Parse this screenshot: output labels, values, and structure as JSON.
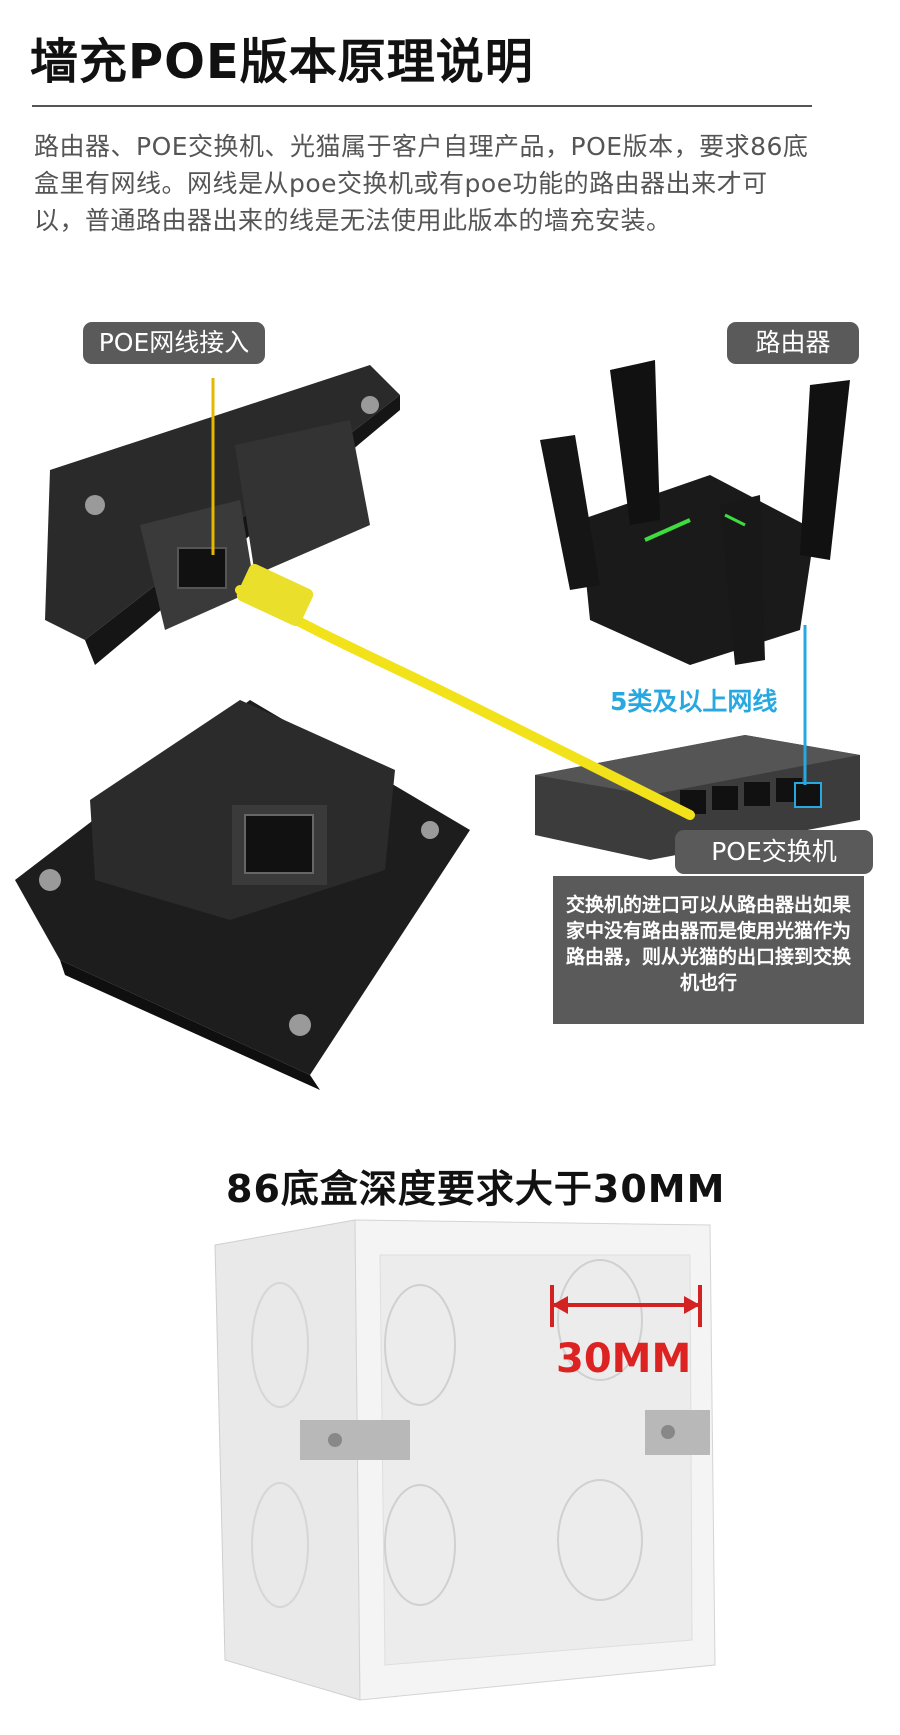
{
  "page": {
    "title": "墙充POE版本原理说明",
    "intro": "路由器、POE交换机、光猫属于客户自理产品，POE版本，要求86底盒里有网线。网线是从poe交换机或有poe功能的路由器出来才可以，普通路由器出来的线是无法使用此版本的墙充安装。"
  },
  "labels": {
    "poe_cable_in": "POE网线接入",
    "router": "路由器",
    "cable_spec": "5类及以上网线",
    "poe_switch": "POE交换机",
    "switch_note": "交换机的进口可以从路由器出如果家中没有路由器而是使用光猫作为路由器，则从光猫的出口接到交换机也行"
  },
  "box_section": {
    "title": "86底盒深度要求大于30MM",
    "measurement": "30MM"
  },
  "colors": {
    "tag_bg": "#5a5a5a",
    "cable_yellow": "#f2e21a",
    "cable_blue": "#28a8e0",
    "measure_red": "#d22222"
  }
}
